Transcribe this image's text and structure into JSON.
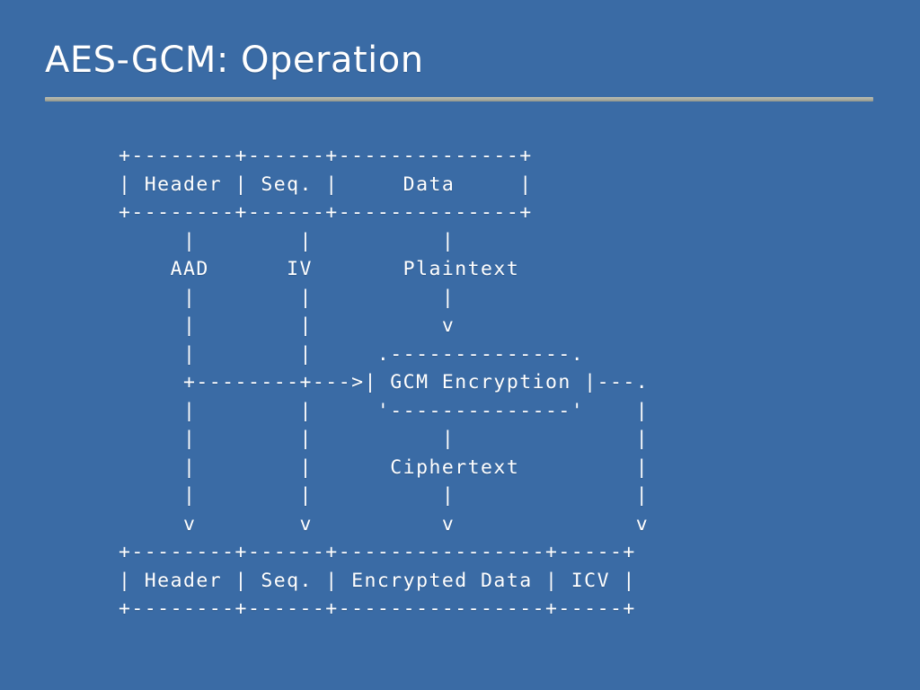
{
  "slide": {
    "background_color": "#3a6ba5",
    "text_color": "#ffffff",
    "rule_color": "#a9aca0",
    "title": "AES-GCM: Operation"
  },
  "diagram": {
    "type": "ascii-art",
    "description": "AES-GCM packet encryption dataflow",
    "input_packet": {
      "fields": [
        "Header",
        "Seq.",
        "Data"
      ],
      "top_border": "+--------+------+--------------+",
      "content_row": "| Header | Seq. |     Data     |",
      "bottom_border": "+--------+------+--------------+"
    },
    "flow_labels": [
      "AAD",
      "IV",
      "Plaintext",
      "Ciphertext"
    ],
    "process_box": {
      "label": "GCM Encryption",
      "top_edge": ".--------------.",
      "bottom_edge": "'--------------'"
    },
    "arrow_into_box": "+-------+->",
    "arrow_out_of_box": "|---.",
    "output_packet": {
      "fields": [
        "Header",
        "Seq.",
        "Encrypted Data",
        "ICV"
      ],
      "top_border": "+--------+------+----------------+-----+",
      "content_row": "| Header | Seq. | Encrypted Data | ICV |",
      "bottom_border": "+--------+------+----------------+-----+"
    },
    "art": "+--------+------+--------------+\n| Header | Seq. |     Data     |\n+--------+------+--------------+\n     |        |          |\n    AAD      IV       Plaintext\n     |        |          |\n     |        |          v\n     |        |     .--------------.\n     +--------+--->| GCM Encryption |---.\n     |        |     '--------------'    |\n     |        |          |              |\n     |        |      Ciphertext         |\n     |        |          |              |\n     v        v          v              v\n+--------+------+----------------+-----+\n| Header | Seq. | Encrypted Data | ICV |\n+--------+------+----------------+-----+"
  }
}
